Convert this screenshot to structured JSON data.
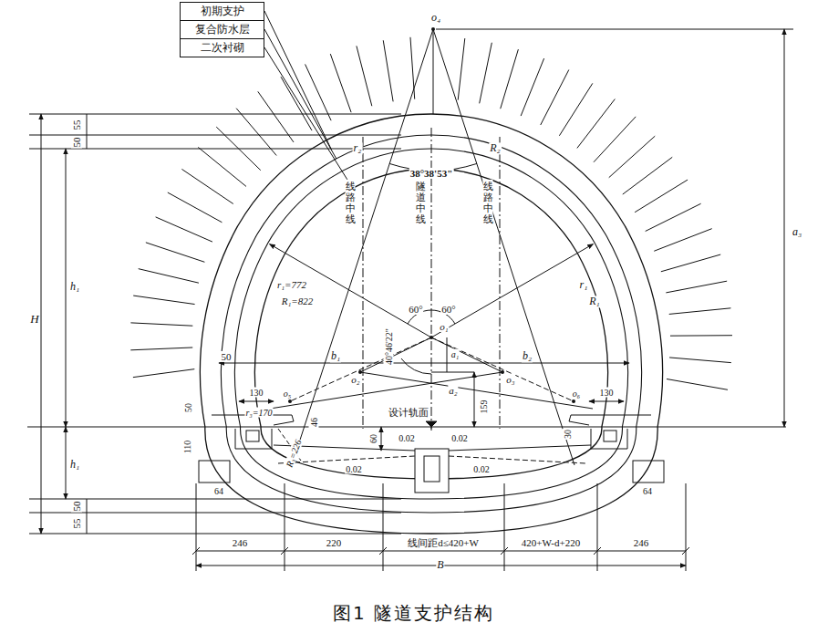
{
  "diagram": {
    "caption": "图1  隧道支护结构",
    "nodes": [
      {
        "text": [
          "初期支护"
        ]
      },
      {
        "text": [
          "复合防水层"
        ]
      },
      {
        "text": [
          "二次衬砌"
        ]
      }
    ],
    "labels": [
      "o₄",
      "55",
      "50",
      "H",
      "h₁",
      "38°38'53\"",
      "r₂",
      "R₂",
      "线路中线",
      "隧道中线",
      "线路中线",
      "r₁=772",
      "R₁=822",
      "r₁",
      "R₁",
      "60°",
      "60°",
      "o₁",
      "40°46'22\"",
      "50",
      "b₁",
      "b₂",
      "o₂",
      "o₃",
      "a₁",
      "a₂",
      "159",
      "130",
      "130",
      "r₃=170",
      "o₅",
      "o₆",
      "50",
      "30",
      "110",
      "46",
      "设计轨面",
      "60",
      "0.02",
      "0.02",
      "0.02",
      "0.02",
      "R₃=226",
      "64",
      "64",
      "h₁",
      "50",
      "55",
      "246",
      "220",
      "线间距d≤420+W",
      "420+W-d+220",
      "246",
      "B",
      "a₃"
    ]
  }
}
